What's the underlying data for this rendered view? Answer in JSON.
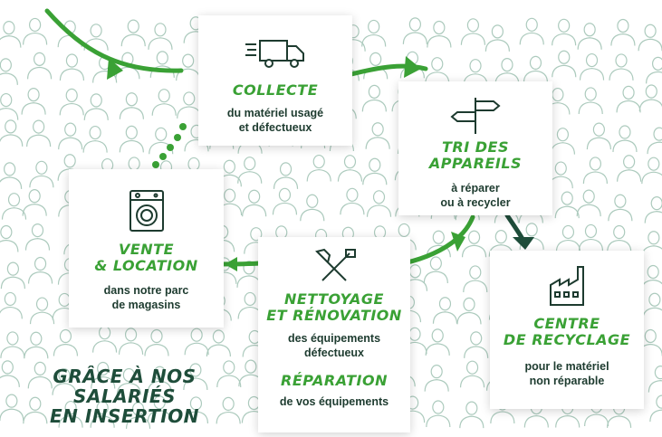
{
  "colors": {
    "green": "#3aa135",
    "dark_green": "#1e4d3a",
    "text": "#1d3b2f",
    "people": "#8ab5a2"
  },
  "cards": {
    "collecte": {
      "icon": "truck-icon",
      "title": "COLLECTE",
      "desc": [
        "du matériel usagé",
        "et défectueux"
      ]
    },
    "tri": {
      "icon": "signpost-icon",
      "title": [
        "TRI DES",
        "APPAREILS"
      ],
      "desc": [
        "à réparer",
        "ou à recycler"
      ]
    },
    "vente": {
      "icon": "washing-machine-icon",
      "title": [
        "VENTE",
        "& LOCATION"
      ],
      "desc": [
        "dans notre parc",
        "de magasins"
      ]
    },
    "nettoyage": {
      "icon": "hammer-wrench-icon",
      "title": [
        "NETTOYAGE",
        "ET RÉNOVATION"
      ],
      "desc": [
        "des équipements",
        "défectueux"
      ],
      "title2": "RÉPARATION",
      "desc2": "de vos équipements"
    },
    "recyclage": {
      "icon": "factory-icon",
      "title": [
        "CENTRE",
        "DE RECYCLAGE"
      ],
      "desc": [
        "pour le matériel",
        "non réparable"
      ]
    }
  },
  "tagline": [
    "GRÂCE À NOS",
    "SALARIÉS",
    "EN INSERTION"
  ]
}
